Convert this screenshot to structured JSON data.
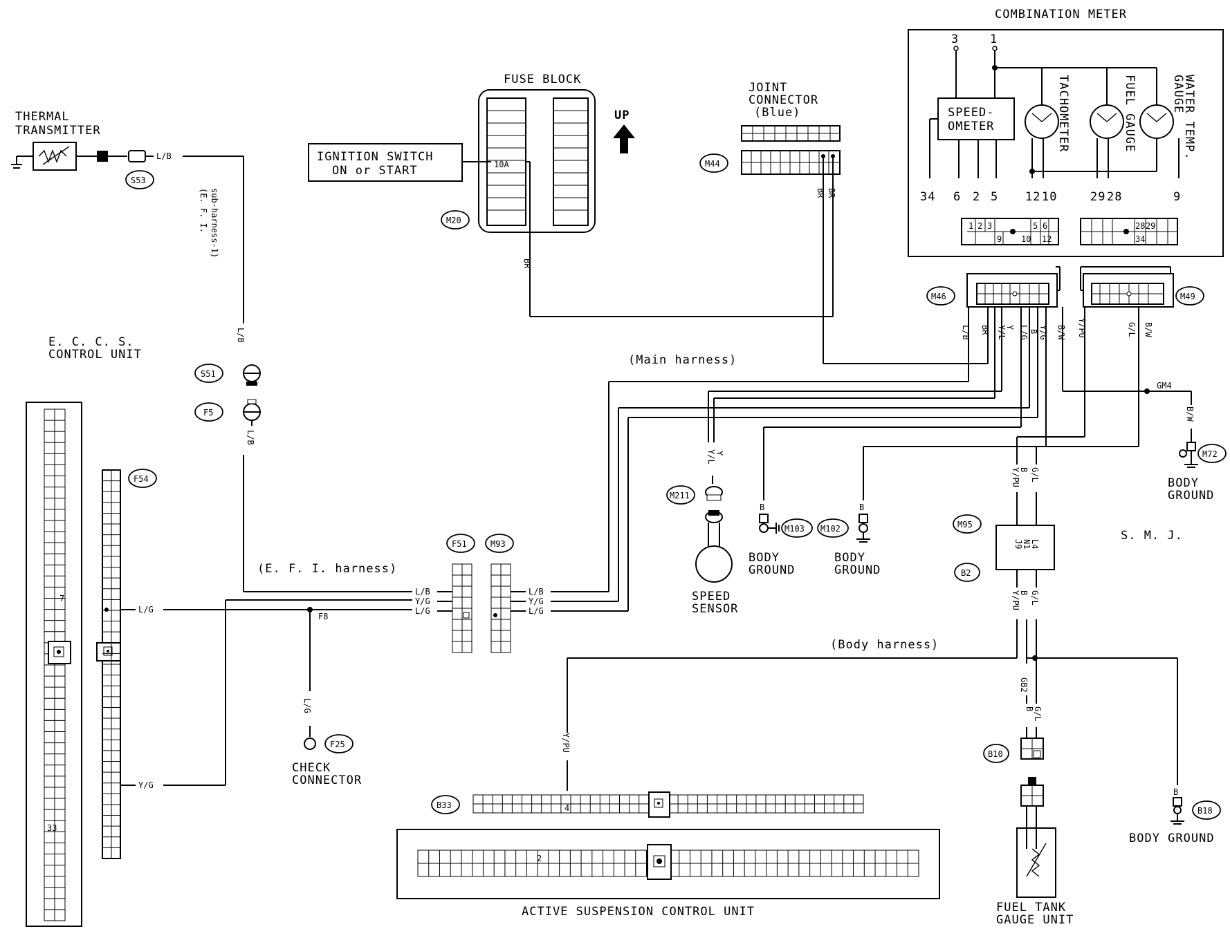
{
  "labels": {
    "combination_meter": "COMBINATION METER",
    "speedometer_1": "SPEED-",
    "speedometer_2": "OMETER",
    "tachometer": "TACHOMETER",
    "fuel_gauge": "FUEL GAUGE",
    "water_temp_1": "WATER TEMP.",
    "water_temp_2": "GAUGE",
    "fuse_block": "FUSE BLOCK",
    "fuse_rating": "10A",
    "up": "UP",
    "ignition_1": "IGNITION SWITCH",
    "ignition_2": "ON or START",
    "joint_1": "JOINT",
    "joint_2": "CONNECTOR",
    "joint_3": "(Blue)",
    "thermal_1": "THERMAL",
    "thermal_2": "TRANSMITTER",
    "efi_sub_1": "(E. F. I.",
    "efi_sub_2": "sub-harness-1)",
    "eccs_1": "E. C. C. S.",
    "eccs_2": "CONTROL UNIT",
    "main_harness": "(Main harness)",
    "efi_harness": "(E. F. I.  harness)",
    "body_harness": "(Body harness)",
    "speed_1": "SPEED",
    "speed_2": "SENSOR",
    "body": "BODY",
    "ground": "GROUND",
    "body_ground": "BODY GROUND",
    "smj": "S. M. J.",
    "check_1": "CHECK",
    "check_2": "CONNECTOR",
    "ascu": "ACTIVE SUSPENSION CONTROL UNIT",
    "fuel_tank_1": "FUEL TANK",
    "fuel_tank_2": "GAUGE UNIT"
  },
  "connectors": {
    "s53": "S53",
    "s51": "S51",
    "f5": "F5",
    "f54": "F54",
    "f51": "F51",
    "m93": "M93",
    "m20": "M20",
    "m44": "M44",
    "m46": "M46",
    "m49": "M49",
    "m211": "M211",
    "m103": "M103",
    "m102": "M102",
    "m72": "M72",
    "m95": "M95",
    "b2": "B2",
    "b10": "B10",
    "b33": "B33",
    "b18": "B18",
    "f25": "F25",
    "gm4": "GM4",
    "gb2": "GB2",
    "f8": "F8"
  },
  "pins": {
    "p3": "3",
    "p1": "1",
    "p34": "34",
    "p6": "6",
    "p2": "2",
    "p5": "5",
    "p12": "12",
    "p10": "10",
    "p29": "29",
    "p28": "28",
    "p9": "9",
    "p7": "7",
    "p33": "33",
    "p4": "4",
    "pB2": "2",
    "c1": "1",
    "c2": "2",
    "c3": "3",
    "c5": "5",
    "c6": "6",
    "c9": "9",
    "c10": "10",
    "c12": "12",
    "c28": "28",
    "c29": "29",
    "c34": "34",
    "smj_l4": "L4",
    "smj_n1": "N1",
    "smj_j9": "J9"
  },
  "wires": {
    "lb": "L/B",
    "lg": "L/G",
    "yg": "Y/G",
    "br": "BR",
    "yl": "Y/L",
    "y": "Y",
    "b": "B",
    "bw": "B/W",
    "ypu": "Y/PU",
    "gl": "G/L"
  }
}
